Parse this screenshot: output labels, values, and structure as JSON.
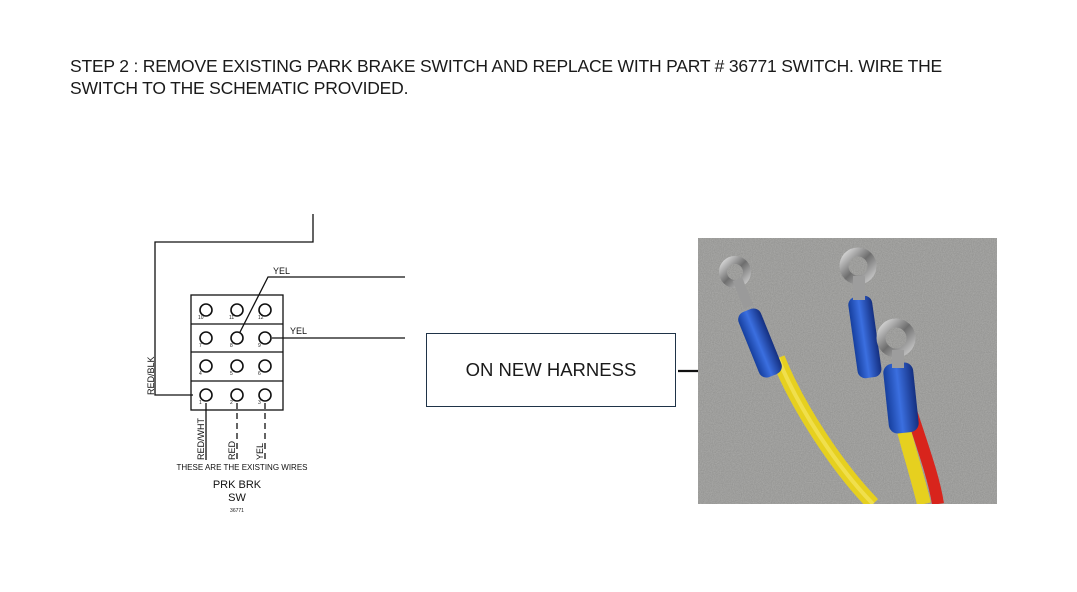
{
  "instruction": {
    "line1": "STEP 2 : REMOVE EXISTING PARK BRAKE SWITCH AND REPLACE WITH PART # 36771 SWITCH. WIRE THE",
    "line2": "SWITCH TO THE SCHEMATIC PROVIDED."
  },
  "schematic": {
    "top_right_wire_label": "YEL",
    "middle_right_wire_label": "YEL",
    "left_wire_label": "RED/BLK",
    "pin_numbers": [
      "10",
      "11",
      "12",
      "7",
      "8",
      "9",
      "4",
      "5",
      "6",
      "1",
      "2",
      "3"
    ],
    "bottom_wire_labels": [
      "RED/WHT",
      "RED",
      "YEL"
    ],
    "existing_wires_note": "THESE ARE THE EXISTING WIRES",
    "switch_name_line1": "PRK BRK",
    "switch_name_line2": "SW",
    "part_number": "36771"
  },
  "callout": {
    "label": "ON NEW HARNESS"
  },
  "colors": {
    "callout_border": "#1f3347",
    "photo_background": "#8e8e8c",
    "wire_yellow": "#e8d21f",
    "wire_red": "#d8241c",
    "terminal_blue": "#1f4fb8"
  }
}
